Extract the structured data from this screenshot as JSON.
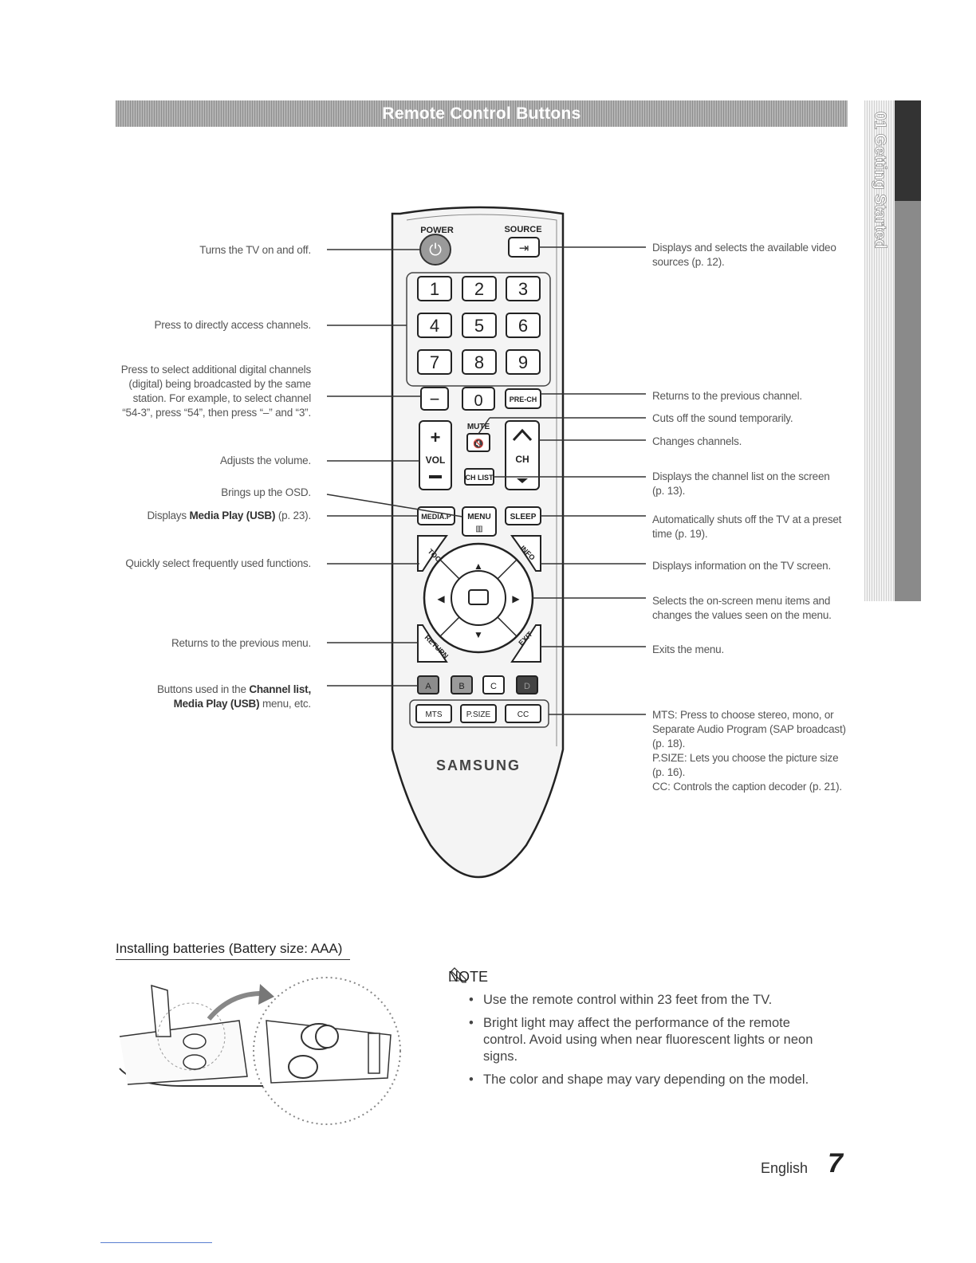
{
  "header": {
    "title": "Remote Control Buttons"
  },
  "side_tab": {
    "label": "01 Getting Started"
  },
  "remote": {
    "brand": "SAMSUNG",
    "power": "POWER",
    "source": "SOURCE",
    "digits": [
      "1",
      "2",
      "3",
      "4",
      "5",
      "6",
      "7",
      "8",
      "9"
    ],
    "dash": "−",
    "zero": "0",
    "prech": "PRE-CH",
    "mute": "MUTE",
    "vol": "VOL",
    "ch": "CH",
    "chlist": "CH LIST",
    "mediap": "MEDIA.P",
    "menu": "MENU",
    "sleep": "SLEEP",
    "tools": "TOOLS",
    "info": "INFO",
    "return": "RETURN",
    "exit": "EXIT",
    "color_a": "A",
    "color_b": "B",
    "color_c": "C",
    "color_d": "D",
    "mts": "MTS",
    "psize": "P.SIZE",
    "cc": "CC"
  },
  "annotations_left": {
    "power": "Turns the TV on and off.",
    "numbers": "Press to directly access channels.",
    "dash": "Press to select additional digital channels (digital) being broadcasted by the same station. For example, to select channel “54-3”, press “54”, then press “–” and “3”.",
    "volume": "Adjusts the volume.",
    "menu": "Brings up the OSD.",
    "media_pre": "Displays ",
    "media_bold": "Media Play (USB)",
    "media_post": " (p. 23).",
    "tools": "Quickly select frequently used functions.",
    "return": "Returns to the previous menu.",
    "color_pre": "Buttons used in the ",
    "color_bold1": "Channel list,",
    "color_bold2": "Media Play (USB)",
    "color_post": " menu, etc."
  },
  "annotations_right": {
    "source": "Displays and selects the available video sources (p. 12).",
    "prech": "Returns to the previous channel.",
    "mute": "Cuts off the sound temporarily.",
    "channel": "Changes channels.",
    "chlist": "Displays the channel list on the screen (p. 13).",
    "sleep": "Automatically shuts off the TV at a preset time (p. 19).",
    "info": "Displays information on the TV screen.",
    "nav": "Selects the on-screen menu items and changes the values seen on the menu.",
    "exit": "Exits the menu.",
    "mts_label": "MTS:",
    "mts_text": " Press to choose stereo, mono, or Separate Audio Program (SAP broadcast) (p. 18).",
    "psize_label": "P.SIZE:",
    "psize_text": " Lets you choose the picture size (p. 16).",
    "cc_label": "CC:",
    "cc_text": " Controls the caption decoder (p. 21)."
  },
  "install": {
    "title": "Installing batteries (Battery size: AAA)"
  },
  "note": {
    "heading": "NOTE",
    "items": [
      "Use the remote control within 23 feet from the TV.",
      "Bright light may affect the performance of the remote control. Avoid using when near fluorescent lights or neon signs.",
      "The color and shape may vary depending on the model."
    ]
  },
  "footer": {
    "language": "English",
    "page": "7"
  }
}
